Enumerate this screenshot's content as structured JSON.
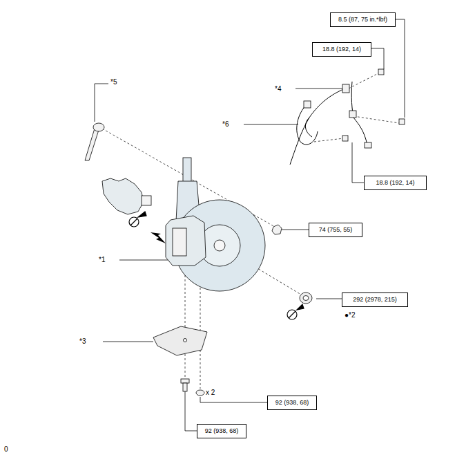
{
  "diagram": {
    "nodes": [
      {
        "text": [
          "8.5 (87, 75 in.*lbf)"
        ]
      },
      {
        "text": [
          "18.8 (192, 14)"
        ]
      },
      {
        "text": [
          "18.8 (192, 14)"
        ]
      },
      {
        "text": [
          "74 (755, 55)"
        ]
      },
      {
        "text": [
          "292 (2978, 215)"
        ]
      },
      {
        "text": [
          "92 (938, 68)"
        ]
      },
      {
        "text": [
          "92 (938, 68)"
        ]
      }
    ],
    "labels": [
      "*5",
      "*4",
      "*6",
      "*1",
      "*3",
      "●*2",
      "x 2",
      "0"
    ]
  }
}
